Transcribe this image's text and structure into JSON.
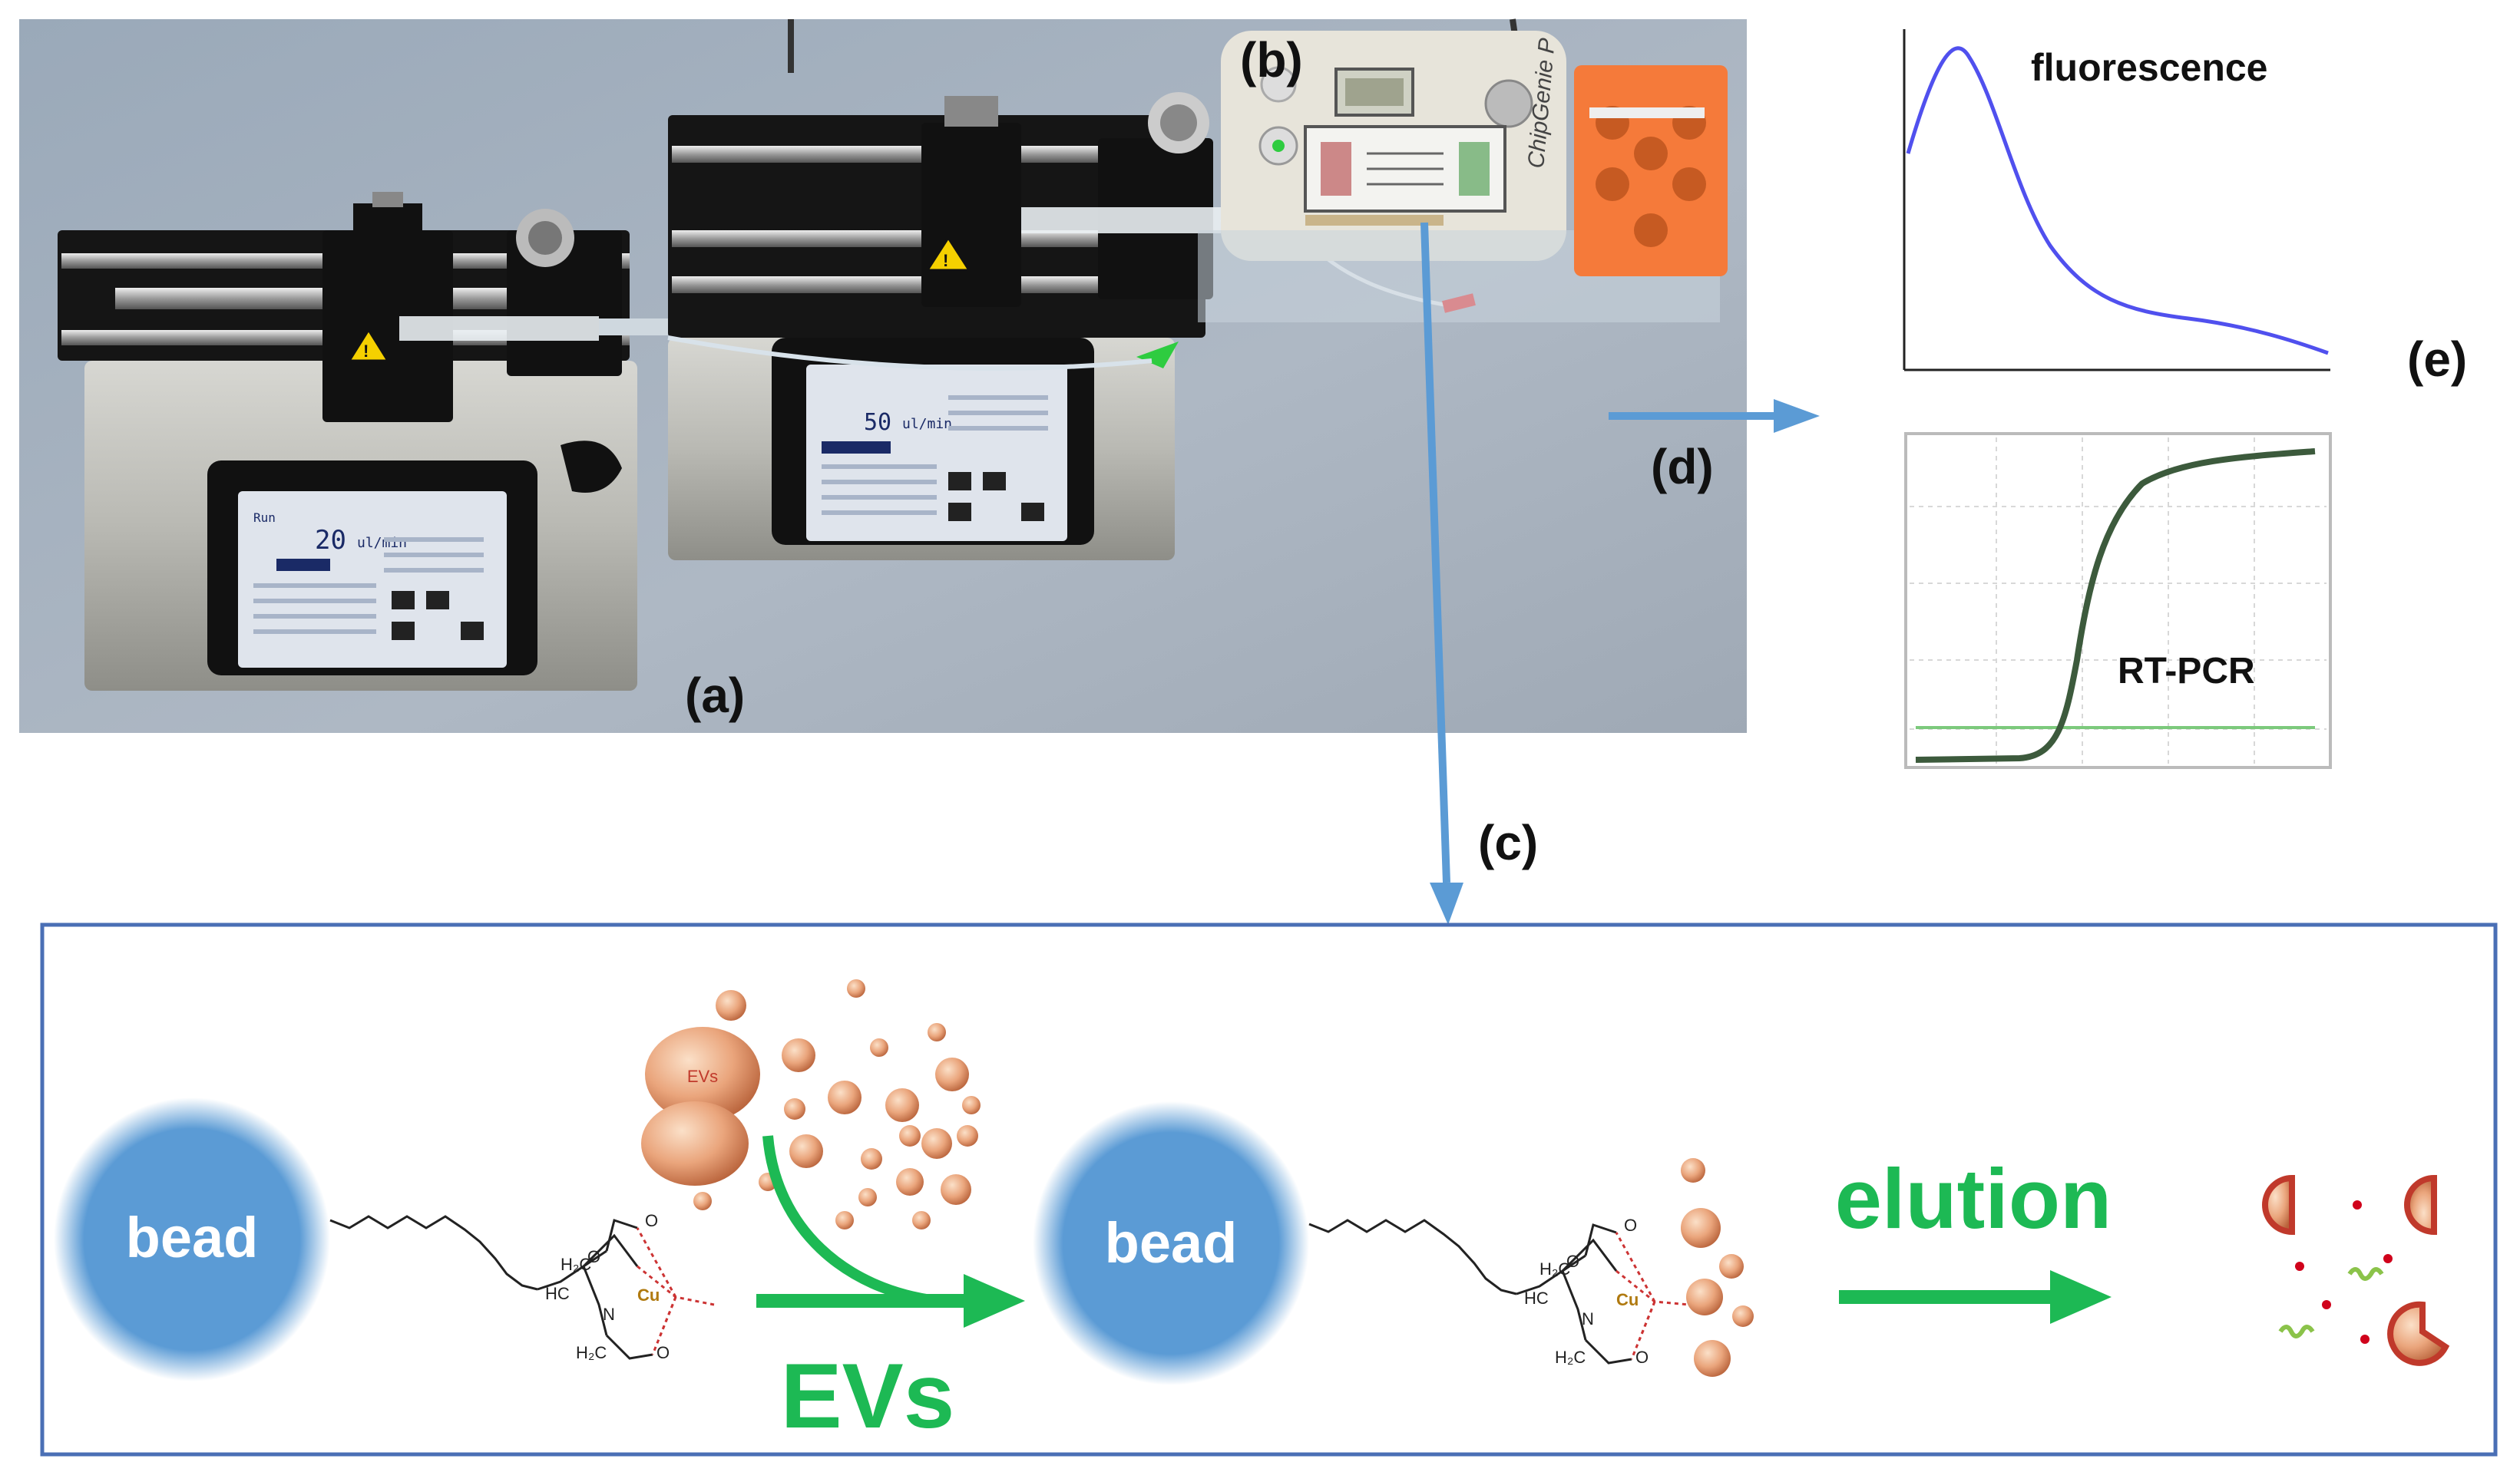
{
  "labels": {
    "a": "(a)",
    "b": "(b)",
    "c": "(c)",
    "d": "(d)",
    "e": "(e)"
  },
  "device": {
    "pump1_rate": "20",
    "pump2_rate": "50",
    "rate_unit": "ul/min",
    "chip_brand": "ChipGenie P"
  },
  "plots": {
    "fluorescence_title": "fluorescence",
    "pcr_title": "RT-PCR"
  },
  "scheme": {
    "bead1": "bead",
    "bead2": "bead",
    "evs_small": "EVs",
    "evs_big": "EVs",
    "elution": "elution"
  },
  "colors": {
    "arrow_blue": "#5b9bd5",
    "bead_blue": "#5b9bd5",
    "arrow_green": "#1db954",
    "box_border": "#4a6fb5",
    "fluor_line": "#5050ee",
    "pcr_curve": "#3c5a3c",
    "pcr_baseline": "#7cc97c",
    "vesicle": "#e8a47c"
  },
  "icons": [
    "warning-icon",
    "syringe-pump",
    "microfluidic-chip",
    "copper-chelate-structure",
    "vesicle",
    "rna-fragment"
  ]
}
